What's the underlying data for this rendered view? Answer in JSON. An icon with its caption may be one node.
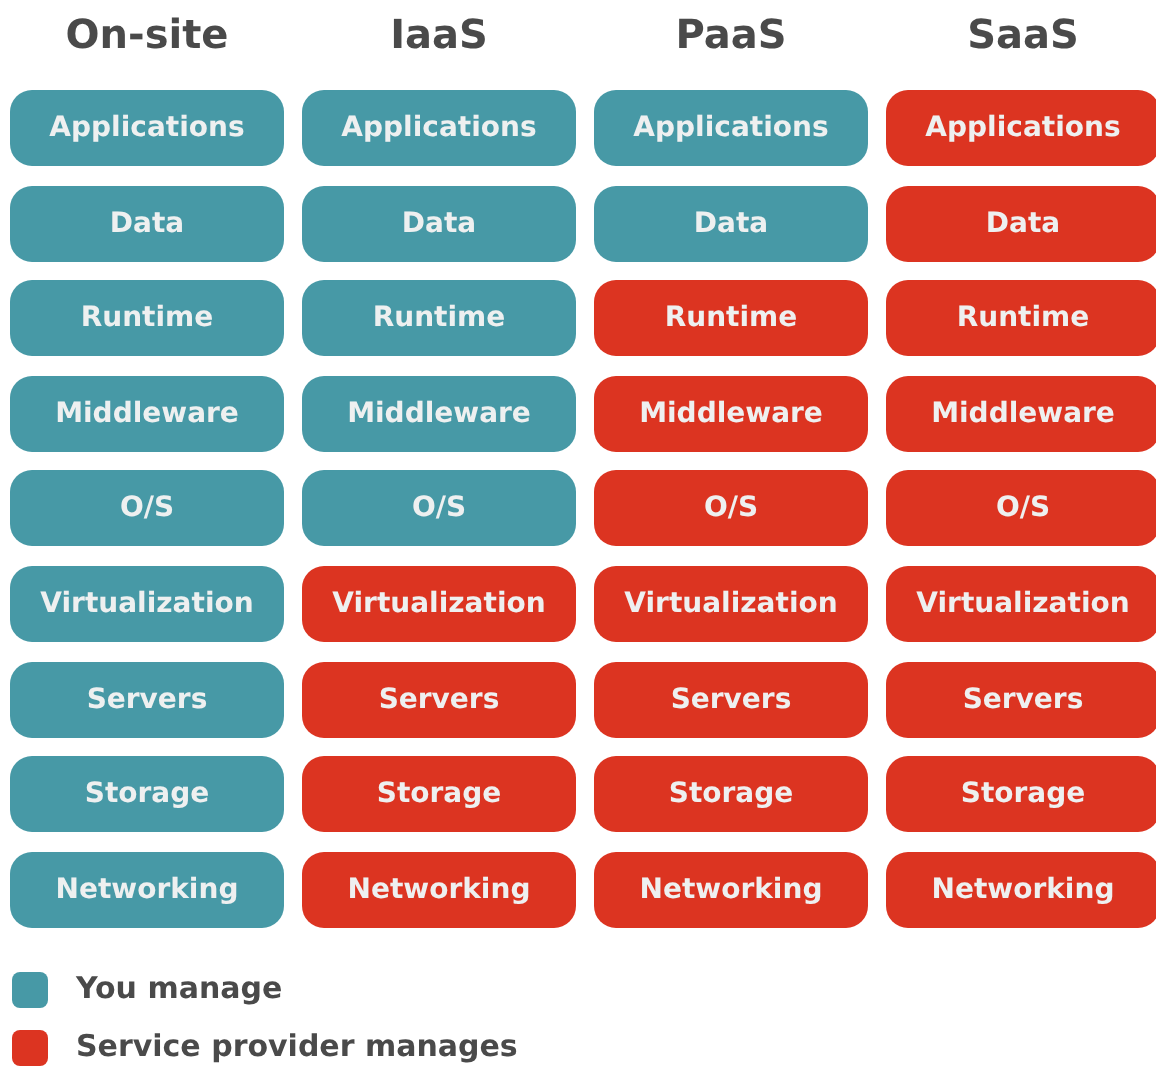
{
  "diagram": {
    "nodes": [
      {
        "text": [
          "Applications"
        ]
      },
      {
        "text": [
          "Applications"
        ]
      },
      {
        "text": [
          "Applications"
        ]
      },
      {
        "text": [
          "Applications"
        ]
      },
      {
        "text": [
          "Data"
        ]
      },
      {
        "text": [
          "Data"
        ]
      },
      {
        "text": [
          "Data"
        ]
      },
      {
        "text": [
          "Data"
        ]
      },
      {
        "text": [
          "Runtime"
        ]
      },
      {
        "text": [
          "Runtime"
        ]
      },
      {
        "text": [
          "Runtime"
        ]
      },
      {
        "text": [
          "Runtime"
        ]
      },
      {
        "text": [
          "Middleware"
        ]
      },
      {
        "text": [
          "Middleware"
        ]
      },
      {
        "text": [
          "Middleware"
        ]
      },
      {
        "text": [
          "Middleware"
        ]
      },
      {
        "text": [
          "O/S"
        ]
      },
      {
        "text": [
          "O/S"
        ]
      },
      {
        "text": [
          "O/S"
        ]
      },
      {
        "text": [
          "O/S"
        ]
      },
      {
        "text": [
          "Virtualization"
        ]
      },
      {
        "text": [
          "Virtualization"
        ]
      },
      {
        "text": [
          "Virtualization"
        ]
      },
      {
        "text": [
          "Virtualization"
        ]
      },
      {
        "text": [
          "Servers"
        ]
      },
      {
        "text": [
          "Servers"
        ]
      },
      {
        "text": [
          "Servers"
        ]
      },
      {
        "text": [
          "Servers"
        ]
      },
      {
        "text": [
          "Storage"
        ]
      },
      {
        "text": [
          "Storage"
        ]
      },
      {
        "text": [
          "Storage"
        ]
      },
      {
        "text": [
          "Storage"
        ]
      },
      {
        "text": [
          "Networking"
        ]
      },
      {
        "text": [
          "Networking"
        ]
      },
      {
        "text": [
          "Networking"
        ]
      },
      {
        "text": [
          "Networking"
        ]
      }
    ],
    "labels": [
      "On-site",
      "IaaS",
      "PaaS",
      "SaaS"
    ],
    "legend": [
      {
        "text": "You manage",
        "color": "#4799a6"
      },
      {
        "text": "Service provider manages",
        "color": "#dc3421"
      }
    ]
  }
}
